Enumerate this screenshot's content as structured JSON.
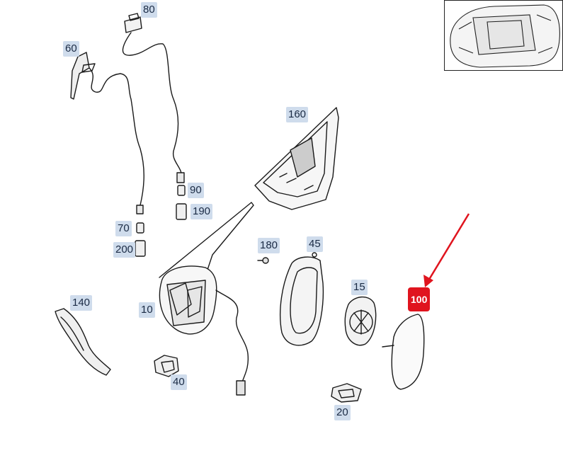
{
  "callouts": {
    "c80": "80",
    "c60": "60",
    "c160": "160",
    "c90": "90",
    "c190": "190",
    "c70": "70",
    "c200": "200",
    "c180": "180",
    "c45": "45",
    "c15": "15",
    "c100": "100",
    "c140": "140",
    "c10": "10",
    "c40": "40",
    "c20": "20"
  },
  "colors": {
    "callout_bg": "#cfdcec",
    "callout_text": "#1a2a44",
    "active_bg": "#e0141e",
    "arrow": "#e0141e",
    "line": "#1a1a1a"
  },
  "icons": {
    "thumbnail": "car-top-view-icon"
  }
}
